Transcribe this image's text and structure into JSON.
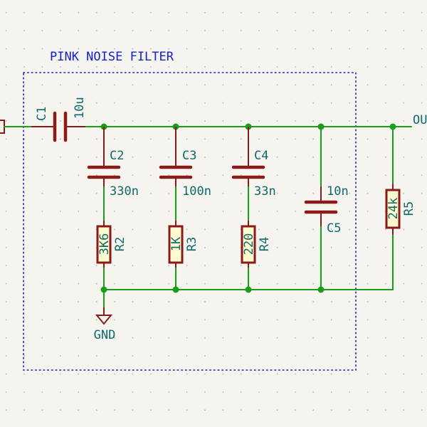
{
  "title": "PINK NOISE FILTER",
  "output_label": "OUT",
  "ground_label": "GND",
  "colors": {
    "wire": "#1a9e1a",
    "component": "#8b1a1a",
    "component_fill": "#fffbd0",
    "text": "#0f6b6b",
    "annotation": "#1520c8"
  },
  "components": {
    "C1": {
      "ref": "C1",
      "value": "10u"
    },
    "C2": {
      "ref": "C2",
      "value": "330n"
    },
    "C3": {
      "ref": "C3",
      "value": "100n"
    },
    "C4": {
      "ref": "C4",
      "value": "33n"
    },
    "C5": {
      "ref": "C5",
      "value": "10n"
    },
    "R2": {
      "ref": "R2",
      "value": "3K6"
    },
    "R3": {
      "ref": "R3",
      "value": "1K"
    },
    "R4": {
      "ref": "R4",
      "value": "220"
    },
    "R5": {
      "ref": "R5",
      "value": "24k"
    }
  }
}
